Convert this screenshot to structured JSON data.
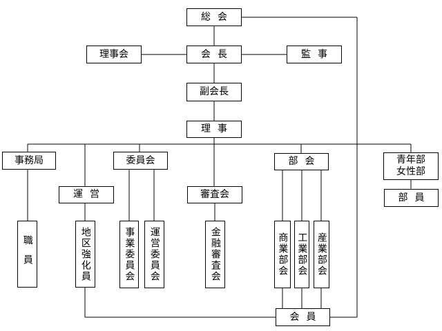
{
  "nodes": {
    "soukai": "総会",
    "rijikai": "理事会",
    "kaicho": "会長",
    "kanji": "監事",
    "fukukaicho": "副会長",
    "riji": "理事",
    "jimukyoku": "事務局",
    "unei": "運営",
    "iinkai": "委員会",
    "shinsakai": "審査会",
    "bukai": "部会",
    "seinenbu": "青年部\n女性部",
    "buin": "部員",
    "shokuin": "職員",
    "chiku": "地区強化員",
    "jigyo_iinkai": "事業委員会",
    "unei_iinkai": "運営委員会",
    "kinyu": "金融審査会",
    "shogyo": "商業部会",
    "kogyo": "工業部会",
    "sangyo": "産業部会",
    "kaiin": "会員"
  }
}
